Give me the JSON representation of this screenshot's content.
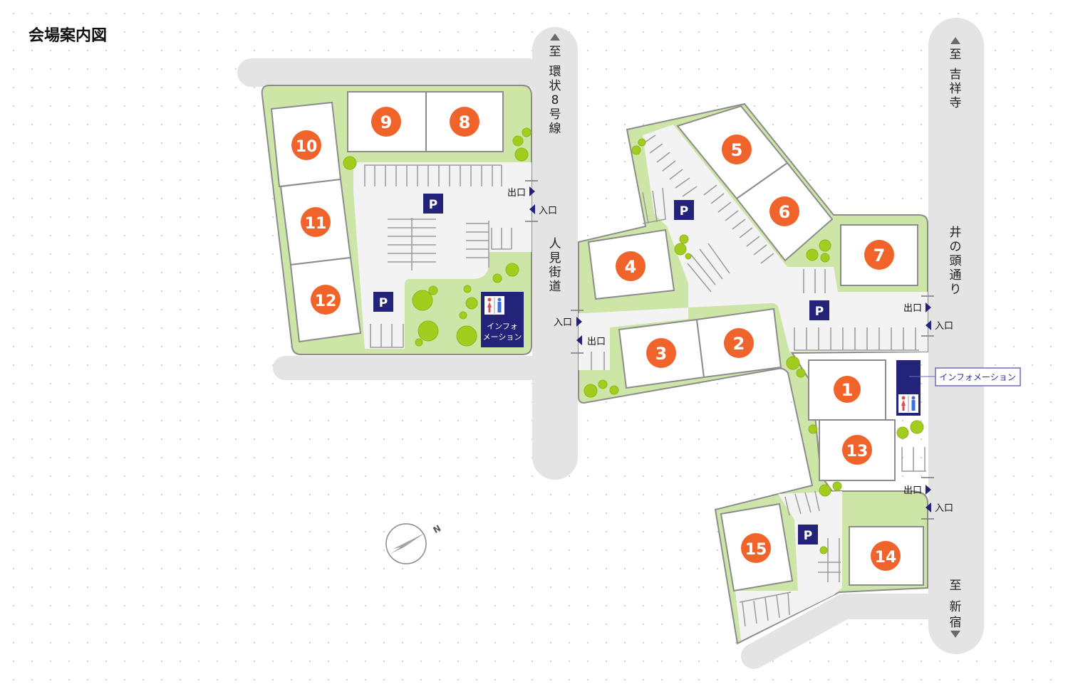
{
  "page": {
    "title": "会場案内図"
  },
  "roads": {
    "kanpachi": "至環状8号線",
    "hitomi": "人見街道",
    "kichijoji": "至吉祥寺",
    "inokashira": "井の頭通り",
    "shinjuku": "至新宿"
  },
  "gates": {
    "exit": "出口",
    "entrance": "入口"
  },
  "parking": {
    "label": "P"
  },
  "information": {
    "booth_label_line1": "インフォ",
    "booth_label_line2": "メーション",
    "callout_label": "インフォメーション"
  },
  "booths": [
    "1",
    "2",
    "3",
    "4",
    "5",
    "6",
    "7",
    "8",
    "9",
    "10",
    "11",
    "12",
    "13",
    "14",
    "15"
  ],
  "colors": {
    "road": "#e4e4e4",
    "green": "#cde5a6",
    "lot": "#f3f3f3",
    "booth_circle": "#f0632b",
    "navy": "#23237a",
    "tree": "#a3cd1e"
  },
  "icons": {
    "compass": "compass-north-icon",
    "restroom": "restroom-icon"
  },
  "compass": {
    "north_label": "N"
  }
}
